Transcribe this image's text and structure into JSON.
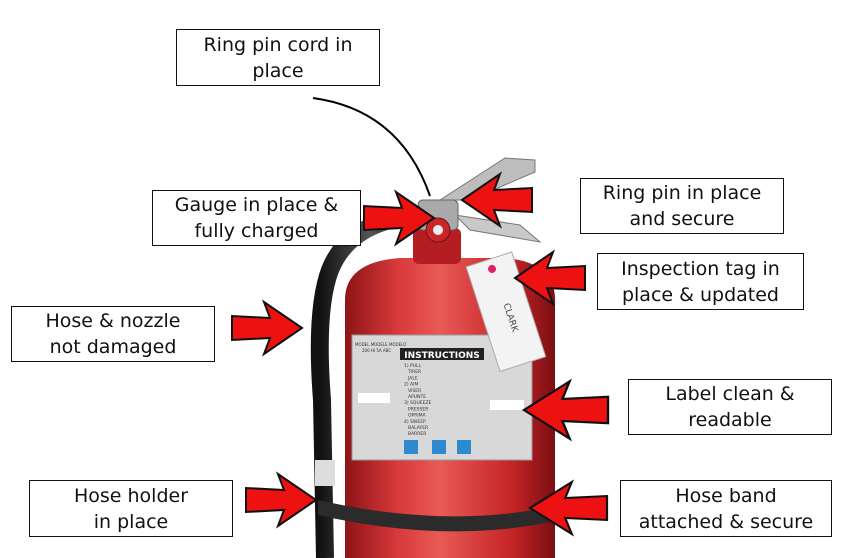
{
  "callouts": {
    "ring_pin_cord": "Ring pin cord in\nplace",
    "gauge": "Gauge in place &\nfully charged",
    "ring_pin": "Ring pin in place\nand secure",
    "inspection_tag": "Inspection tag in\nplace & updated",
    "hose_nozzle": "Hose & nozzle\nnot damaged",
    "label": "Label clean &\nreadable",
    "hose_holder": "Hose holder\nin place",
    "hose_band": "Hose band\nattached & secure"
  },
  "extinguisher": {
    "instructions_title": "INSTRUCTIONS",
    "steps": [
      "1) PULL",
      "TIRER",
      "JALE",
      "2) AIM",
      "VISER",
      "APUNTE",
      "3) SQUEEZE",
      "PRESSER",
      "OPRIMA",
      "4) SWEEP",
      "BALAYER",
      "BARRER"
    ],
    "model": "MODEL MODELE MODELO",
    "model_no": "200 HI 5A ABC",
    "tag_brand": "CLARK"
  },
  "colors": {
    "arrow": "#ee1111",
    "body": "#c8262a"
  }
}
